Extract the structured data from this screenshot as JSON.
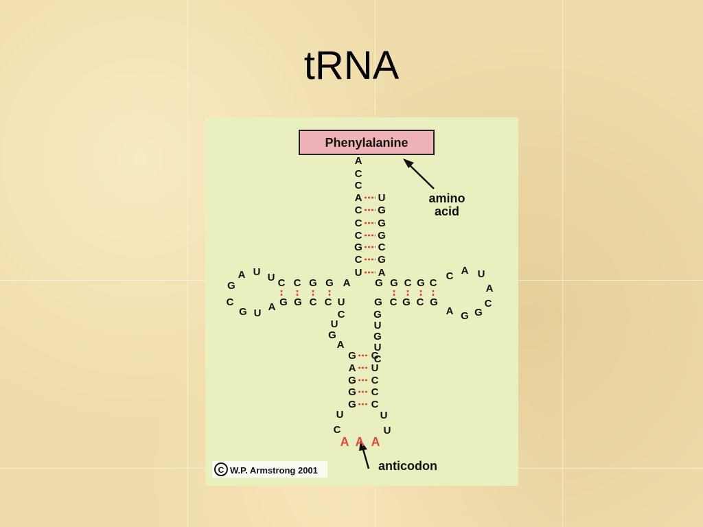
{
  "slide": {
    "title": "tRNA"
  },
  "diagram": {
    "amino_acid_box": "Phenylalanine",
    "amino_label_line1": "amino",
    "amino_label_line2": "acid",
    "anticodon_label": "anticodon",
    "anticodon": [
      "A",
      "A",
      "A"
    ],
    "copyright": "W.P. Armstrong 2001",
    "copyright_symbol": "C",
    "acceptor_stem": {
      "left": [
        "A",
        "C",
        "C",
        "A",
        "C",
        "C",
        "C",
        "G",
        "C",
        "U"
      ],
      "right": [
        "U",
        "G",
        "G",
        "G",
        "C",
        "G",
        "A"
      ]
    },
    "d_arm": {
      "top": [
        "C",
        "C",
        "G",
        "G",
        "A"
      ],
      "bottom": [
        "G",
        "G",
        "C",
        "C",
        "U"
      ],
      "loop": [
        "U",
        "U",
        "A",
        "G",
        "C",
        "G",
        "U",
        "A"
      ]
    },
    "t_arm": {
      "top": [
        "G",
        "G",
        "C",
        "G",
        "C"
      ],
      "bottom": [
        "G",
        "C",
        "G",
        "C",
        "G"
      ],
      "loop": [
        "C",
        "A",
        "U",
        "A",
        "C",
        "G",
        "G",
        "A"
      ]
    },
    "variable_left": [
      "C",
      "U",
      "G",
      "A"
    ],
    "variable_right": [
      "G",
      "U",
      "G",
      "U",
      "C"
    ],
    "anticodon_stem": {
      "left": [
        "G",
        "A",
        "G",
        "G",
        "G"
      ],
      "right": [
        "C",
        "U",
        "C",
        "C",
        "C"
      ]
    },
    "anticodon_loop_left": [
      "U",
      "C"
    ],
    "anticodon_loop_right": [
      "U",
      "U"
    ]
  }
}
